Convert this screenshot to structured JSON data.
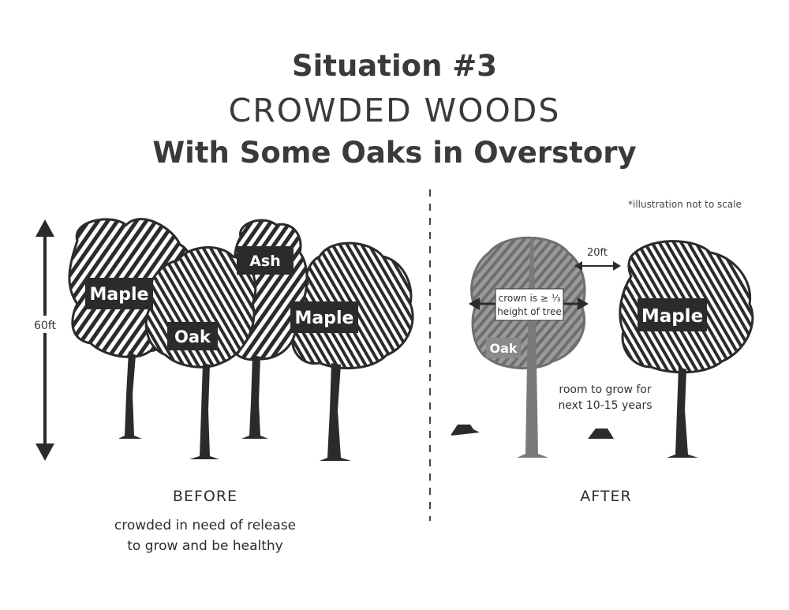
{
  "title": {
    "line1": "Situation #3",
    "line2": "CROWDED WOODS",
    "line3": "With Some Oaks in Overstory"
  },
  "note": "*illustration not to scale",
  "height_label": "60ft",
  "before": {
    "label": "BEFORE",
    "caption_line1": "crowded in need of release",
    "caption_line2": "to grow and be healthy",
    "trees": {
      "maple_left": "Maple",
      "oak": "Oak",
      "ash": "Ash",
      "maple_right": "Maple"
    }
  },
  "after": {
    "label": "AFTER",
    "spacing_label": "20ft",
    "crown_line1": "crown is ≥ ⅓",
    "crown_line2": "height of tree",
    "oak": "Oak",
    "maple": "Maple",
    "room_line1": "room to grow for",
    "room_line2": "next 10-15 years"
  },
  "colors": {
    "dark": "#2b2b2b",
    "oak_gray": "#7a7a7a",
    "text": "#333333"
  }
}
